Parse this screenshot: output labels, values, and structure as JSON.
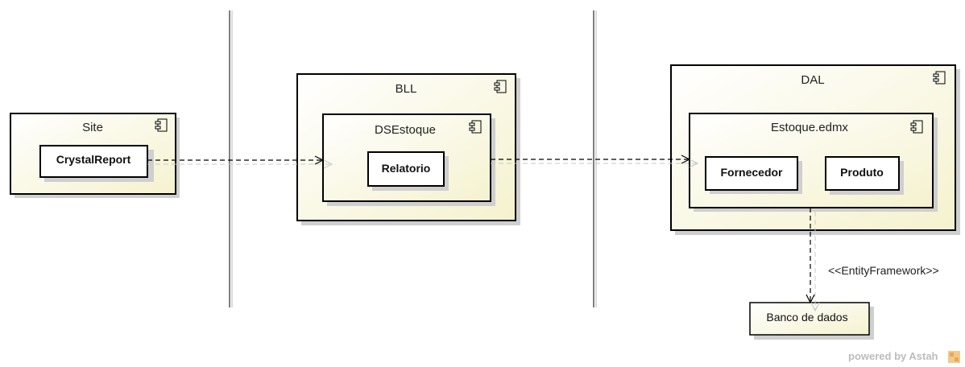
{
  "components": {
    "site": {
      "name": "Site"
    },
    "crystal_report": {
      "name": "CrystalReport"
    },
    "bll": {
      "name": "BLL"
    },
    "ds_estoque": {
      "name": "DSEstoque"
    },
    "relatorio": {
      "name": "Relatorio"
    },
    "dal": {
      "name": "DAL"
    },
    "estoque_edmx": {
      "name": "Estoque.edmx"
    },
    "fornecedor": {
      "name": "Fornecedor"
    },
    "produto": {
      "name": "Produto"
    },
    "banco": {
      "name": "Banco de dados"
    }
  },
  "dependencies": {
    "entity_stereotype": "<<EntityFramework>>"
  },
  "watermark": {
    "text": "powered by Astah"
  },
  "colors": {
    "component_fill_light": "#fdfdf4",
    "component_fill_dark": "#f5f2cf",
    "border": "#000000",
    "shadow": "#c9c9c9"
  }
}
